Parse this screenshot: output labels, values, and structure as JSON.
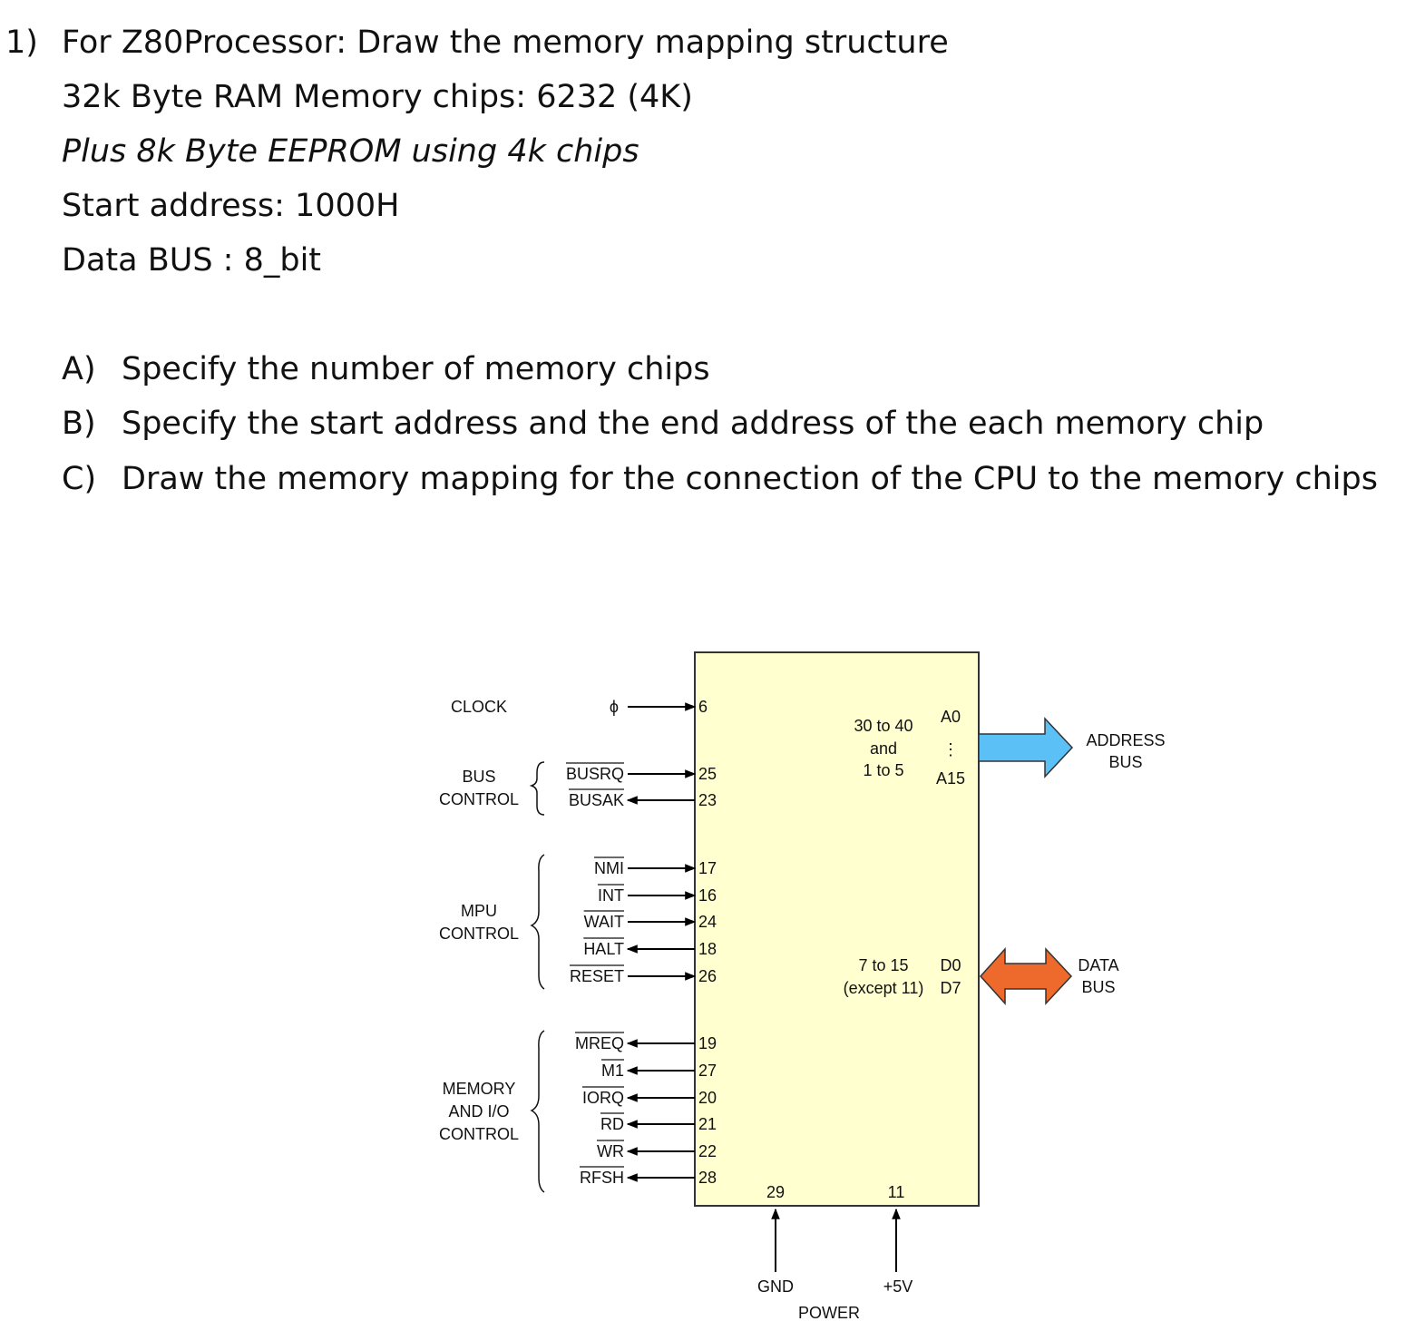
{
  "question": {
    "number": "1)",
    "title": "For Z80Processor: Draw the memory mapping structure",
    "ram_spec": "32k Byte RAM Memory chips: 6232 (4K)",
    "eeprom_spec": "Plus 8k Byte EEPROM using 4k chips",
    "start_address": "Start  address: 1000H",
    "data_bus": "Data BUS : 8_bit",
    "parts": [
      {
        "label": "A)",
        "text": "Specify the number of memory chips"
      },
      {
        "label": "B)",
        "text": "Specify the start address and the end address of the each memory chip"
      },
      {
        "label": "C)",
        "text": "Draw the memory mapping for the connection of the CPU to the memory chips"
      }
    ]
  },
  "diagram": {
    "colors": {
      "chip_fill": "#ffffd0",
      "address_arrow": "#5bc0f5",
      "data_arrow": "#ed6a2c"
    },
    "groups": {
      "clock": [
        "CLOCK"
      ],
      "bus_control": [
        "BUS",
        "CONTROL"
      ],
      "mpu_control": [
        "MPU",
        "CONTROL"
      ],
      "memory_io_control": [
        "MEMORY",
        "AND I/O",
        "CONTROL"
      ]
    },
    "signals": [
      {
        "name": "ϕ",
        "pin": "6",
        "dir": "in",
        "bar": false
      },
      {
        "name": "BUSRQ",
        "pin": "25",
        "dir": "in",
        "bar": true
      },
      {
        "name": "BUSAK",
        "pin": "23",
        "dir": "out",
        "bar": true
      },
      {
        "name": "NMI",
        "pin": "17",
        "dir": "in",
        "bar": true
      },
      {
        "name": "INT",
        "pin": "16",
        "dir": "in",
        "bar": true
      },
      {
        "name": "WAIT",
        "pin": "24",
        "dir": "in",
        "bar": true
      },
      {
        "name": "HALT",
        "pin": "18",
        "dir": "out",
        "bar": true
      },
      {
        "name": "RESET",
        "pin": "26",
        "dir": "in",
        "bar": true
      },
      {
        "name": "MREQ",
        "pin": "19",
        "dir": "out",
        "bar": true
      },
      {
        "name": "M1",
        "pin": "27",
        "dir": "out",
        "bar": true
      },
      {
        "name": "IORQ",
        "pin": "20",
        "dir": "out",
        "bar": true
      },
      {
        "name": "RD",
        "pin": "21",
        "dir": "out",
        "bar": true
      },
      {
        "name": "WR",
        "pin": "22",
        "dir": "out",
        "bar": true
      },
      {
        "name": "RFSH",
        "pin": "28",
        "dir": "out",
        "bar": true
      }
    ],
    "address": {
      "pins": [
        "30 to 40",
        "and",
        "1 to 5"
      ],
      "low": "A0",
      "high": "A15",
      "bus": [
        "ADDRESS",
        "BUS"
      ]
    },
    "data": {
      "pins": [
        "7 to 15",
        "(except 11)"
      ],
      "low": "D0",
      "high": "D7",
      "bus": [
        "DATA",
        "BUS"
      ]
    },
    "power": {
      "gnd_pin": "29",
      "vcc_pin": "11",
      "gnd": "GND",
      "vcc": "+5V",
      "label": "POWER"
    }
  }
}
